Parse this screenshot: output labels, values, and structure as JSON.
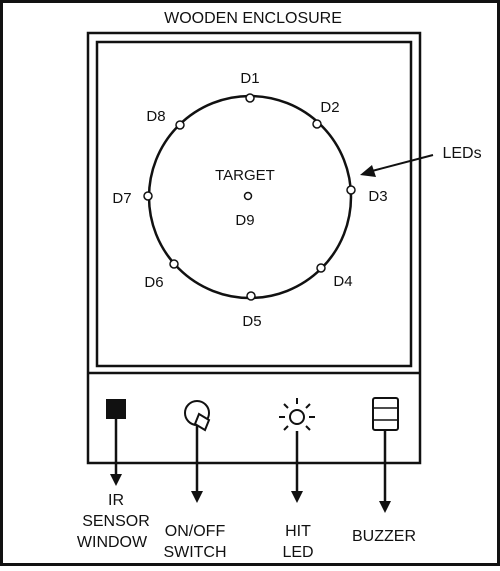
{
  "title": "WOODEN ENCLOSURE",
  "target": {
    "label": "TARGET",
    "center_led": "D9"
  },
  "leds": [
    "D1",
    "D2",
    "D3",
    "D4",
    "D5",
    "D6",
    "D7",
    "D8"
  ],
  "leds_callout": "LEDs",
  "components": [
    {
      "name": "ir-sensor-window",
      "lines": [
        "IR",
        "SENSOR",
        "WINDOW"
      ]
    },
    {
      "name": "on-off-switch",
      "lines": [
        "ON/OFF",
        "SWITCH"
      ]
    },
    {
      "name": "hit-led",
      "lines": [
        "HIT",
        "LED"
      ]
    },
    {
      "name": "buzzer",
      "lines": [
        "BUZZER"
      ]
    }
  ],
  "colors": {
    "ink": "#111111",
    "background": "#ffffff"
  }
}
